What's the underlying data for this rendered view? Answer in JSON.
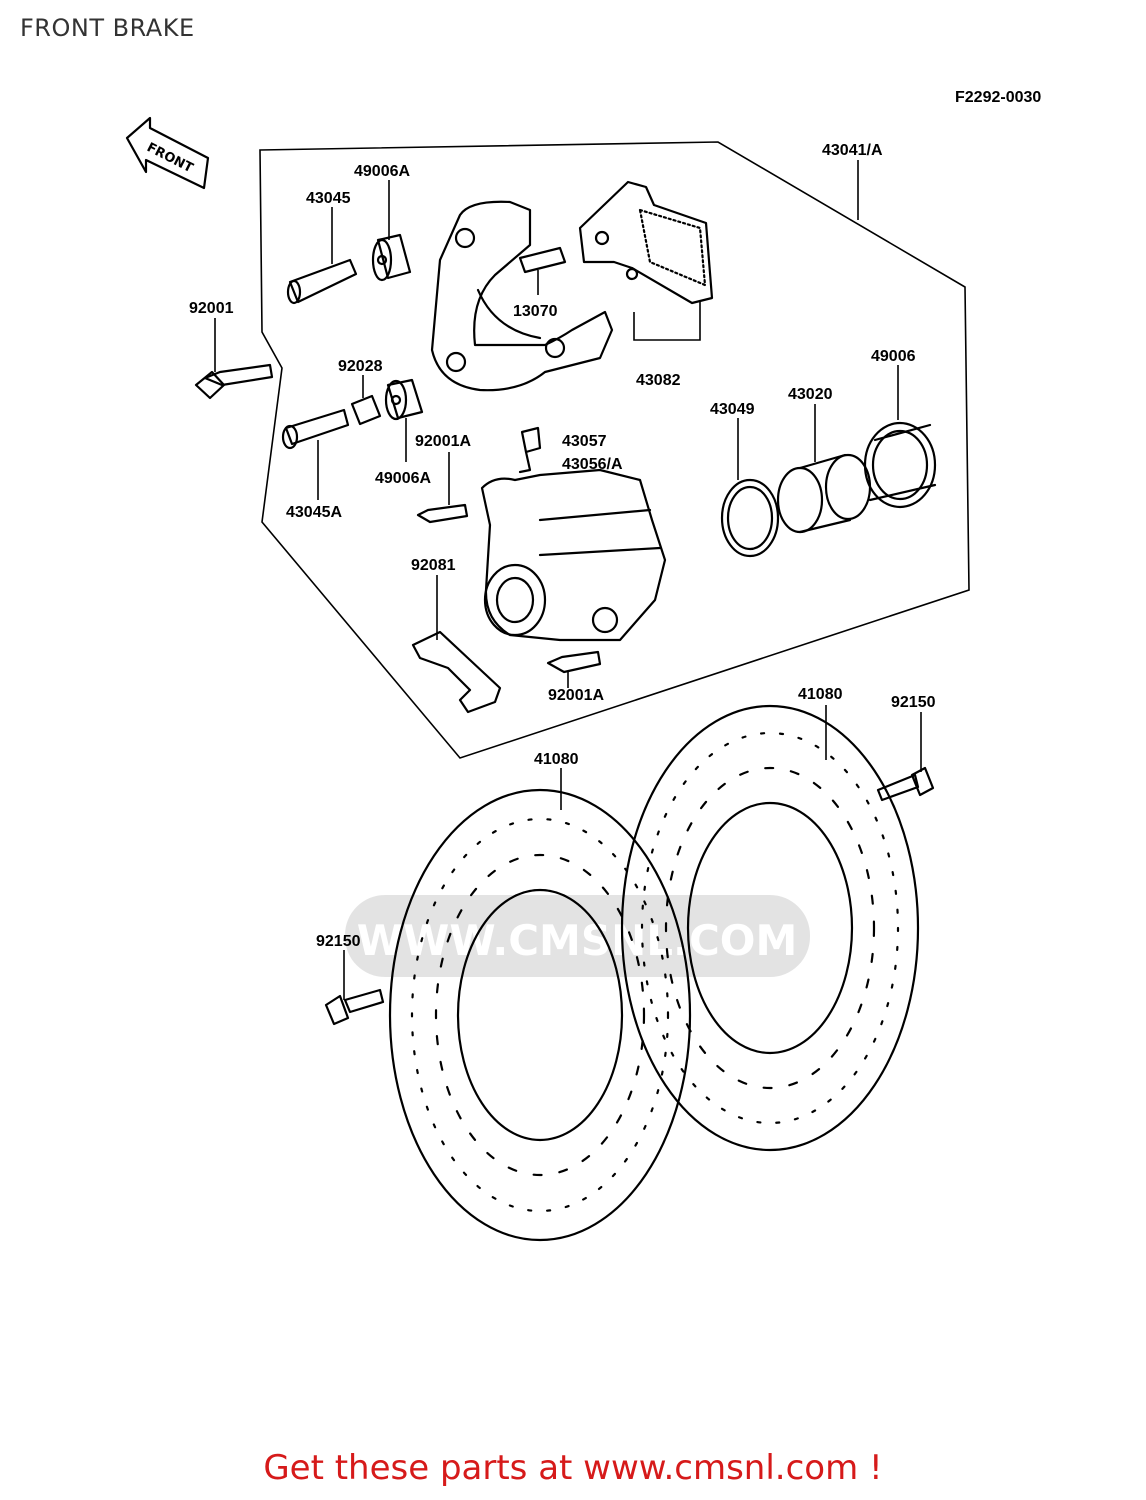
{
  "page": {
    "title": "FRONT BRAKE",
    "figure_code": "F2292-0030",
    "front_arrow_text": "FRONT",
    "footer_text": "Get these parts at www.cmsnl.com !",
    "watermark_text": "WWW.CMSNL.COM"
  },
  "colors": {
    "footer": "#d61a1a",
    "line": "#000000",
    "watermark": "#e3e3e3"
  },
  "callouts": [
    {
      "id": "43041-A",
      "label": "43041/A"
    },
    {
      "id": "49006A-top",
      "label": "49006A"
    },
    {
      "id": "43045",
      "label": "43045"
    },
    {
      "id": "13070",
      "label": "13070"
    },
    {
      "id": "92001",
      "label": "92001"
    },
    {
      "id": "92028",
      "label": "92028"
    },
    {
      "id": "43082",
      "label": "43082"
    },
    {
      "id": "49006",
      "label": "49006"
    },
    {
      "id": "43020",
      "label": "43020"
    },
    {
      "id": "43049",
      "label": "43049"
    },
    {
      "id": "43057",
      "label": "43057"
    },
    {
      "id": "92001A-mid",
      "label": "92001A"
    },
    {
      "id": "43056-A",
      "label": "43056/A"
    },
    {
      "id": "49006A-bottom",
      "label": "49006A"
    },
    {
      "id": "43045A",
      "label": "43045A"
    },
    {
      "id": "92081",
      "label": "92081"
    },
    {
      "id": "92001A-bottom",
      "label": "92001A"
    },
    {
      "id": "41080-right",
      "label": "41080"
    },
    {
      "id": "92150-right",
      "label": "92150"
    },
    {
      "id": "41080-left",
      "label": "41080"
    },
    {
      "id": "92150-left",
      "label": "92150"
    }
  ]
}
